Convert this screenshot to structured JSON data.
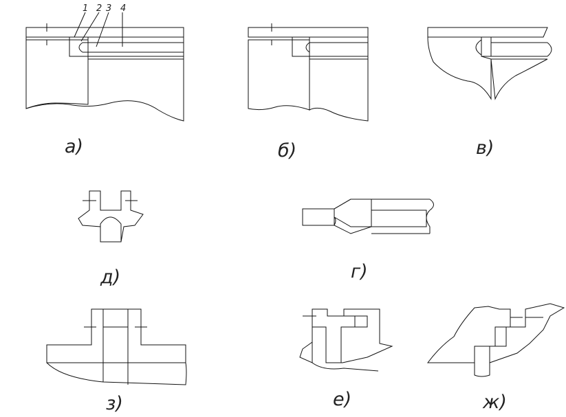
{
  "figure": {
    "views": [
      {
        "id": "a",
        "label": "а)",
        "callouts": [
          "1",
          "2",
          "3",
          "4"
        ]
      },
      {
        "id": "b",
        "label": "б)"
      },
      {
        "id": "v",
        "label": "в)"
      },
      {
        "id": "d",
        "label": "д)"
      },
      {
        "id": "g",
        "label": "г)"
      },
      {
        "id": "z",
        "label": "з)"
      },
      {
        "id": "e",
        "label": "е)"
      },
      {
        "id": "zh",
        "label": "ж)"
      }
    ]
  },
  "colors": {
    "line": "#111111",
    "hatch": "#111111",
    "background": "#ffffff"
  }
}
